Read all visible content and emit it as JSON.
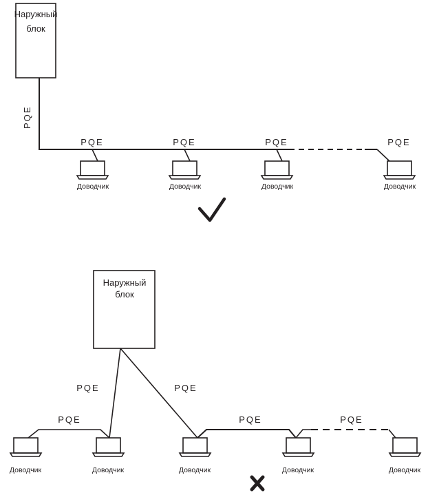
{
  "top": {
    "outdoor_unit": {
      "line1": "Наружный",
      "line2": "блок"
    },
    "vertical_label": "PQE",
    "pqe_labels": [
      "PQE",
      "PQE",
      "PQE",
      "PQE"
    ],
    "units": [
      "Доводчик",
      "Доводчик",
      "Доводчик",
      "Доводчик"
    ],
    "status_icon": "check-mark-icon"
  },
  "bottom": {
    "outdoor_unit": {
      "line1": "Наружный",
      "line2": "блок"
    },
    "pqe_labels": [
      "PQE",
      "PQE",
      "PQE",
      "PQE",
      "PQE"
    ],
    "units": [
      "Доводчик",
      "Доводчик",
      "Доводчик",
      "Доводчик",
      "Доводчик"
    ],
    "status_icon": "cross-mark-icon"
  }
}
